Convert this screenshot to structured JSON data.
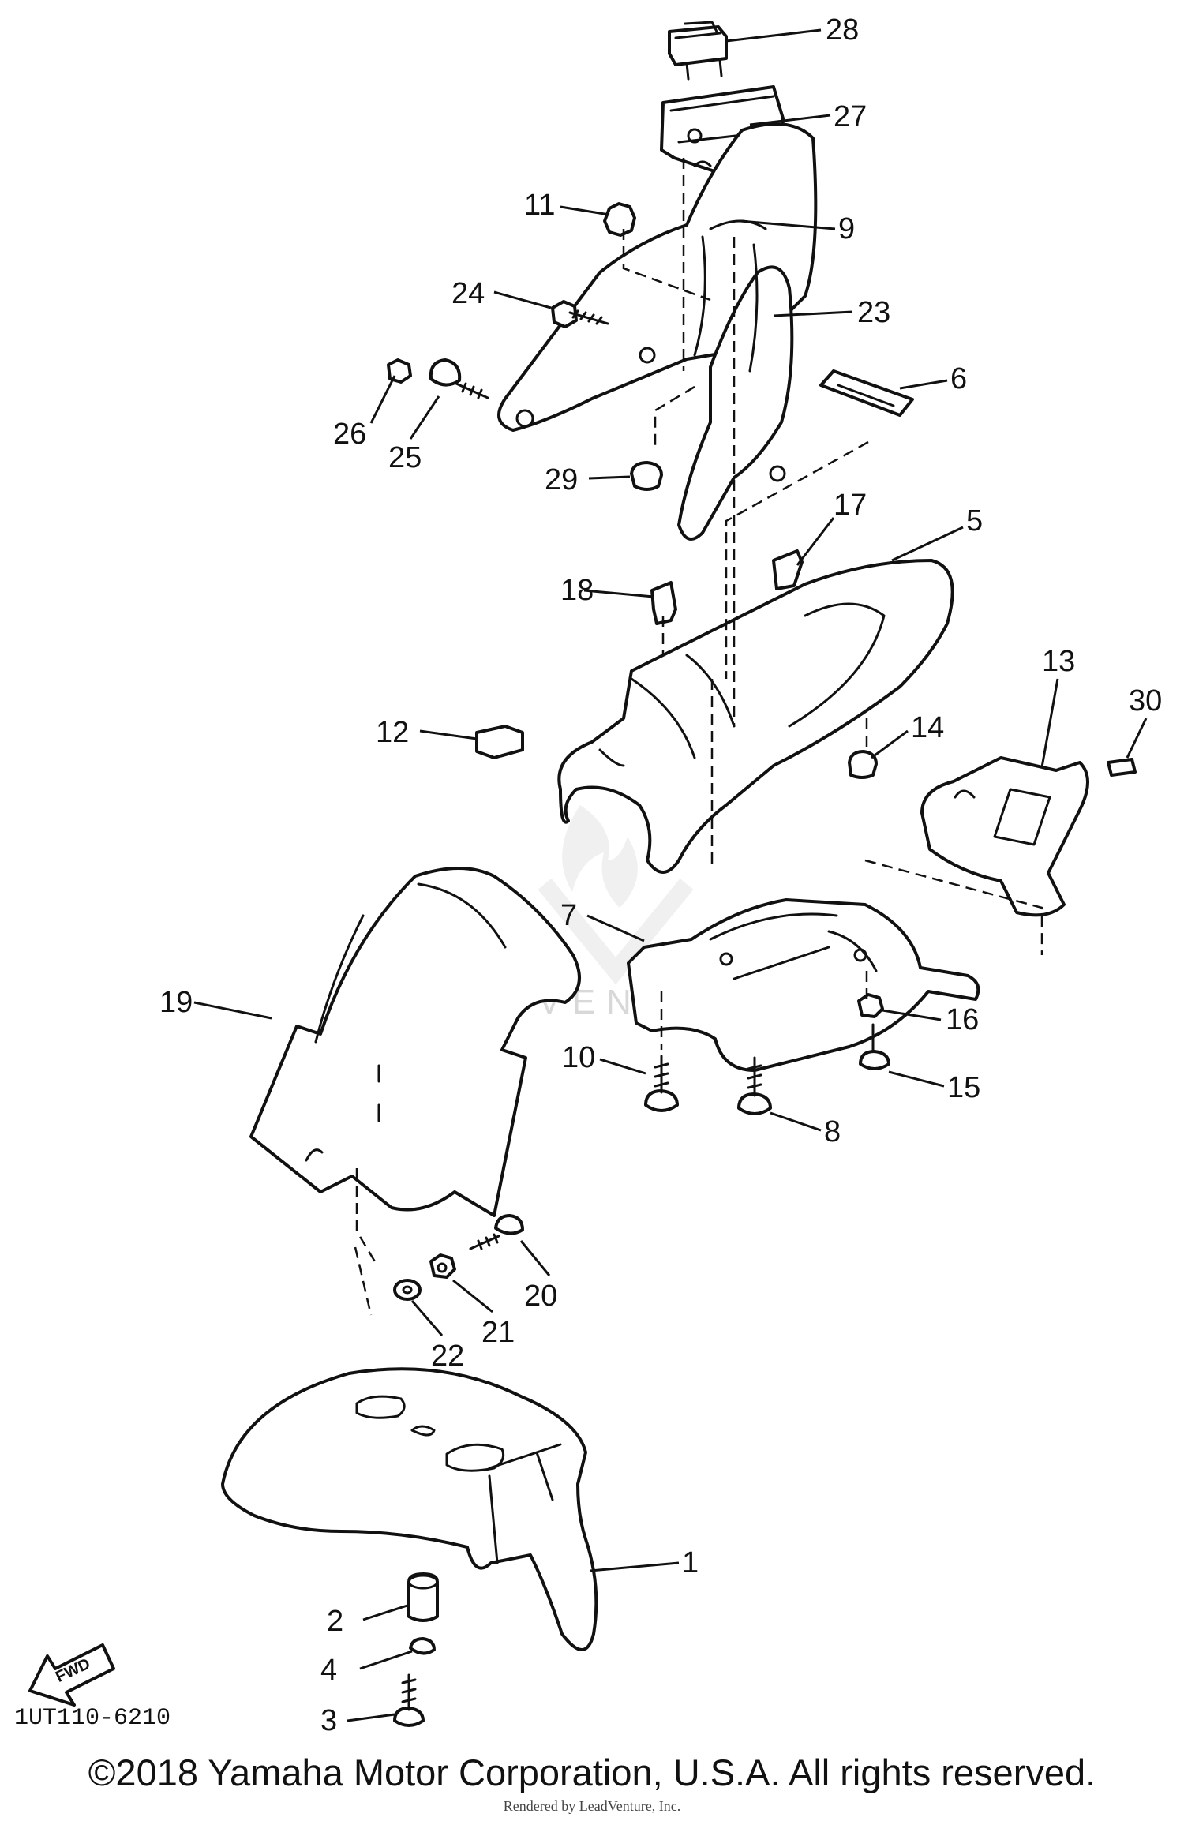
{
  "diagram": {
    "part_code": "1UT110-6210",
    "copyright": "©2018 Yamaha Motor Corporation, U.S.A. All rights reserved.",
    "rendered_by": "Rendered by LeadVenture, Inc.",
    "watermark": "LEADVENTURE",
    "direction_label": "FWD",
    "callouts": [
      "1",
      "2",
      "3",
      "4",
      "5",
      "6",
      "7",
      "8",
      "9",
      "10",
      "11",
      "12",
      "13",
      "14",
      "15",
      "16",
      "17",
      "18",
      "19",
      "20",
      "21",
      "22",
      "23",
      "24",
      "25",
      "26",
      "27",
      "28",
      "29",
      "30"
    ]
  }
}
